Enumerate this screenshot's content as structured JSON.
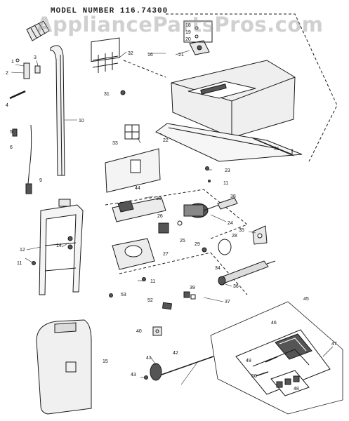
{
  "header": {
    "model_number": "MODEL NUMBER 116.74300",
    "watermark": "AppliancePartsPros.com"
  },
  "colors": {
    "line": "#1a1a1a",
    "fill_light": "#e8e8e8",
    "fill_dark": "#555555"
  },
  "callouts": {
    "c1": "1",
    "c2": "2",
    "c3": "3",
    "c4": "4",
    "c5": "5",
    "c6": "6",
    "c9": "9",
    "c10": "10",
    "c11a": "11",
    "c11b": "11",
    "c11c": "11",
    "c12": "12",
    "c14": "14",
    "c15": "15",
    "c16": "16",
    "c18": "18",
    "c19": "19",
    "c20": "20",
    "c21": "21",
    "c22": "22",
    "c23": "23",
    "c24": "24",
    "c25": "25",
    "c26": "26",
    "c27": "27",
    "c28": "28",
    "c29": "29",
    "c30": "30",
    "c31a": "31",
    "c31b": "31",
    "c32": "32",
    "c33": "33",
    "c34": "34",
    "c35": "35",
    "c36": "36",
    "c37": "37",
    "c38": "38",
    "c39": "39",
    "c40": "40",
    "c41": "41",
    "c42": "42",
    "c43": "43",
    "c44": "44",
    "c45": "45",
    "c46": "46",
    "c47": "47",
    "c48": "48",
    "c49": "49",
    "c50": "50",
    "c52": "52",
    "c53": "53"
  }
}
